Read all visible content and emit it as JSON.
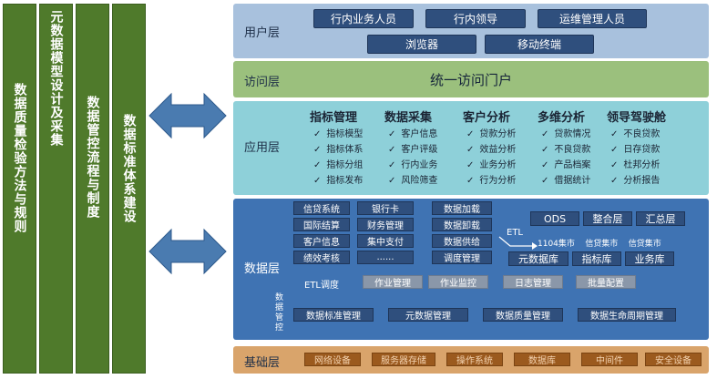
{
  "left_columns": [
    "数据质量检验方法与规则",
    "元数据模型设计及采集",
    "数据管控流程与制度",
    "数据标准体系建设"
  ],
  "user_layer": {
    "title": "用户层",
    "items_row1": [
      "行内业务人员",
      "行内领导",
      "运维管理人员"
    ],
    "items_row2": [
      "浏览器",
      "移动终端"
    ]
  },
  "access_layer": {
    "title": "访问层",
    "portal": "统一访问门户"
  },
  "app_layer": {
    "title": "应用层",
    "groups": [
      {
        "head": "指标管理",
        "items": [
          "指标模型",
          "指标体系",
          "指标分组",
          "指标发布"
        ]
      },
      {
        "head": "数据采集",
        "items": [
          "客户信息",
          "客户评级",
          "行内业务",
          "风险筛查"
        ]
      },
      {
        "head": "客户分析",
        "items": [
          "贷款分析",
          "效益分析",
          "业务分析",
          "行为分析"
        ]
      },
      {
        "head": "多维分析",
        "items": [
          "贷款情况",
          "不良贷款",
          "产品档案",
          "借据统计"
        ]
      },
      {
        "head": "领导驾驶舱",
        "items": [
          "不良贷款",
          "日存贷款",
          "杜邦分析",
          "分析报告"
        ]
      }
    ],
    "check_mark": "✓"
  },
  "data_layer": {
    "title": "数据层",
    "sources_a": [
      "信贷系统",
      "国际结算",
      "客户信息",
      "绩效考核"
    ],
    "sources_b": [
      "银行卡",
      "财务管理",
      "集中支付",
      "......"
    ],
    "process": [
      "数据加载",
      "数据卸载",
      "数据供给",
      "调度管理"
    ],
    "etl_label": "ETL",
    "warehouse_top": [
      "ODS",
      "整合层",
      "汇总层"
    ],
    "mart_line": "1104集市    信贷集市    信贷集市",
    "warehouse_bottom": [
      "元数据库",
      "指标库",
      "业务库"
    ],
    "etl_dispatch": "ETL调度",
    "dispatch_items": [
      "作业管理",
      "作业监控",
      "日志管理",
      "批量配置"
    ],
    "governance_label": "数据管控",
    "governance_items": [
      "数据标准管理",
      "元数据管理",
      "数据质量管理",
      "数据生命周期管理"
    ]
  },
  "base_layer": {
    "title": "基础层",
    "items": [
      "网络设备",
      "服务器存储",
      "操作系统",
      "数据库",
      "中间件",
      "安全设备"
    ]
  },
  "colors": {
    "green_column": "#4f7a2b",
    "user_bg": "#a8c1dd",
    "access_bg": "#9bc07d",
    "app_bg": "#8ed0d9",
    "data_bg": "#3f73b3",
    "base_bg": "#d9a46b",
    "chip": "#2f4f7d",
    "arrow": "#4a7bb0"
  }
}
